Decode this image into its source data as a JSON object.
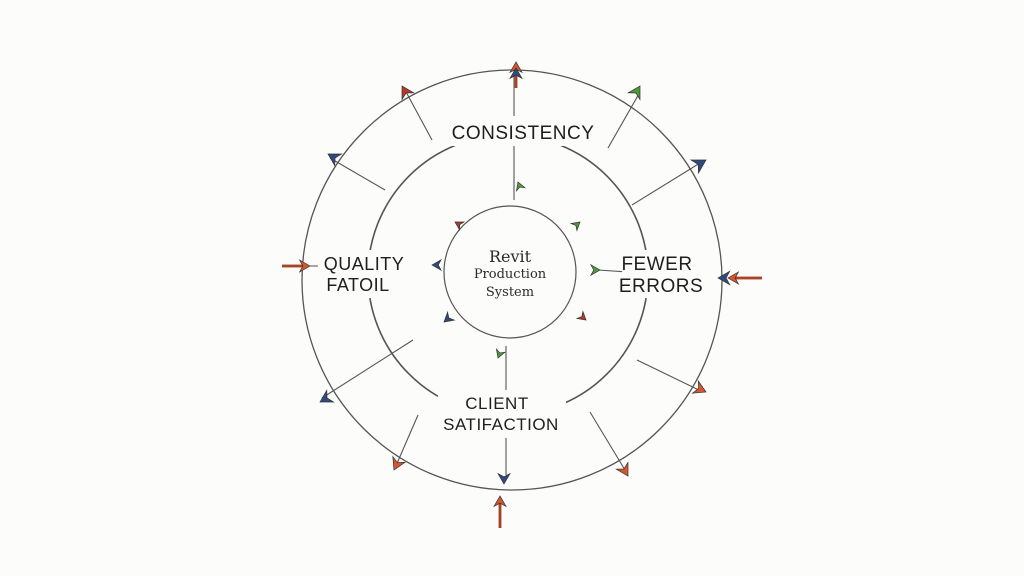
{
  "diagram": {
    "center": {
      "line1": "Revit",
      "line2": "Production",
      "line3": "System"
    },
    "labels": {
      "top": "CONSISTENCY",
      "left_line1": "QUALITY",
      "left_line2": "FATOIL",
      "right_line1": "FEWER",
      "right_line2": "ERRORS",
      "bottom_line1": "CLIENT",
      "bottom_line2": "SATIFACTION"
    },
    "colors": {
      "ring": "#555555",
      "arrow_orange": "#d8552c",
      "arrow_blue": "#2f4a7c",
      "arrow_green": "#4c9a3a",
      "arrow_red": "#b33a2c"
    }
  }
}
